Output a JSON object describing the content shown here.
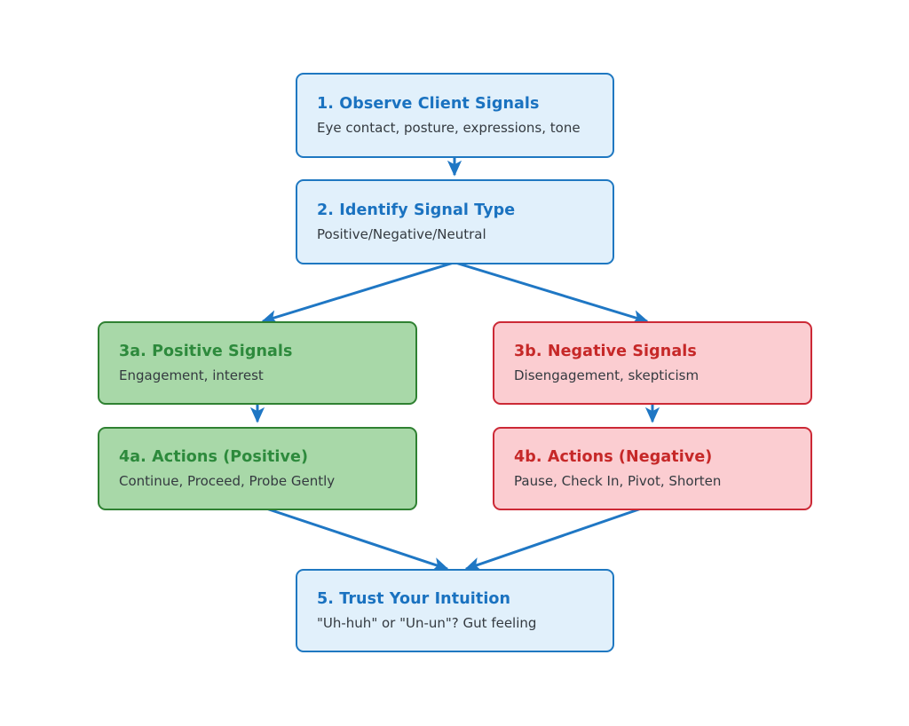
{
  "diagram": {
    "type": "flowchart",
    "background_color": "#ffffff",
    "accent_colors": {
      "blue_fill": "#e1f0fb",
      "blue_border": "#1f78c1",
      "blue_title": "#1a72c0",
      "green_fill": "#a8d8a8",
      "green_border": "#2f8132",
      "green_title": "#2d8a3c",
      "red_fill": "#fbcdd1",
      "red_border": "#cc2936",
      "red_title": "#c62828",
      "arrow": "#1f77c4",
      "subtitle_text": "#343a40"
    },
    "nodes": [
      {
        "id": "observe",
        "title": "1. Observe Client Signals",
        "subtitle": "Eye contact, posture, expressions, tone",
        "color": "blue"
      },
      {
        "id": "identify",
        "title": "2. Identify Signal Type",
        "subtitle": "Positive/Negative/Neutral",
        "color": "blue"
      },
      {
        "id": "positive-signals",
        "title": "3a. Positive Signals",
        "subtitle": "Engagement, interest",
        "color": "green"
      },
      {
        "id": "negative-signals",
        "title": "3b. Negative Signals",
        "subtitle": "Disengagement, skepticism",
        "color": "red"
      },
      {
        "id": "actions-positive",
        "title": "4a. Actions (Positive)",
        "subtitle": "Continue, Proceed, Probe Gently",
        "color": "green"
      },
      {
        "id": "actions-negative",
        "title": "4b. Actions (Negative)",
        "subtitle": "Pause, Check In, Pivot, Shorten",
        "color": "red"
      },
      {
        "id": "intuition",
        "title": "5. Trust Your Intuition",
        "subtitle": "\"Uh-huh\" or \"Un-un\"? Gut feeling",
        "color": "blue"
      }
    ],
    "edges": [
      {
        "from": "observe",
        "to": "identify"
      },
      {
        "from": "identify",
        "to": "positive-signals"
      },
      {
        "from": "identify",
        "to": "negative-signals"
      },
      {
        "from": "positive-signals",
        "to": "actions-positive"
      },
      {
        "from": "negative-signals",
        "to": "actions-negative"
      },
      {
        "from": "actions-positive",
        "to": "intuition"
      },
      {
        "from": "actions-negative",
        "to": "intuition"
      }
    ]
  }
}
